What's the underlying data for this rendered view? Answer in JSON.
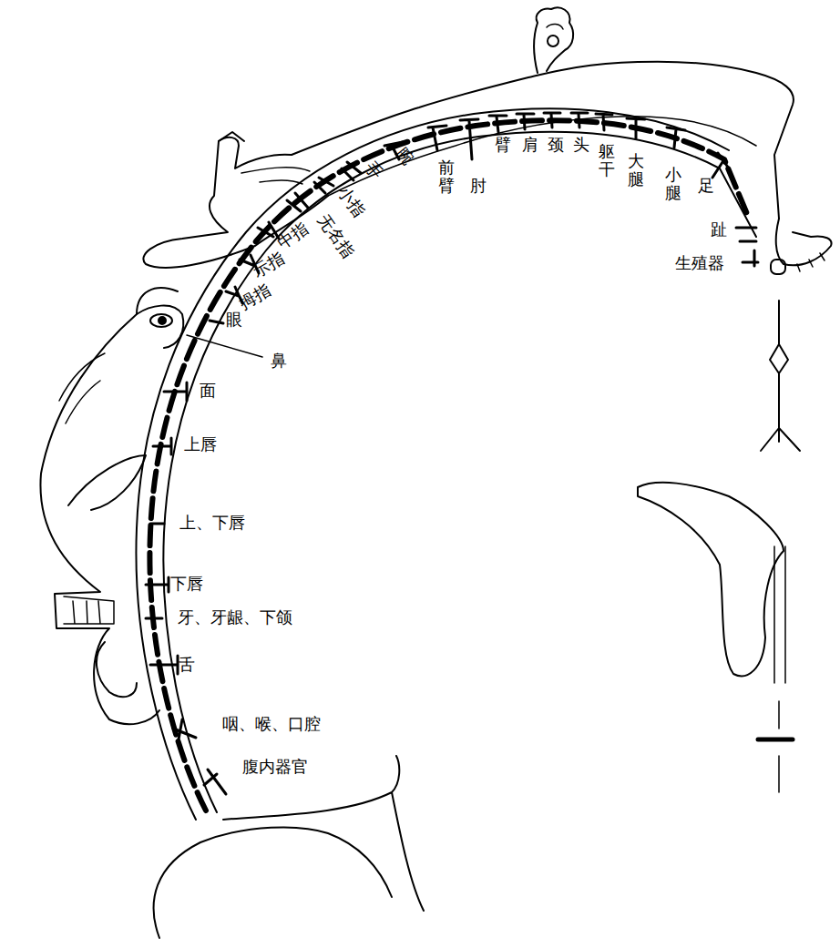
{
  "diagram": {
    "labels": [
      "腹内器官",
      "咽、喉、口腔",
      "舌",
      "牙、牙龈、下颌",
      "下唇",
      "上、下唇",
      "上唇",
      "面",
      "鼻",
      "眼",
      "拇指",
      "示指",
      "中指",
      "无名指",
      "小指",
      "手",
      "腕",
      "前臂",
      "肘",
      "臂",
      "肩",
      "颈",
      "头",
      "躯干",
      "大腿",
      "小腿",
      "足",
      "趾",
      "生殖器"
    ]
  }
}
